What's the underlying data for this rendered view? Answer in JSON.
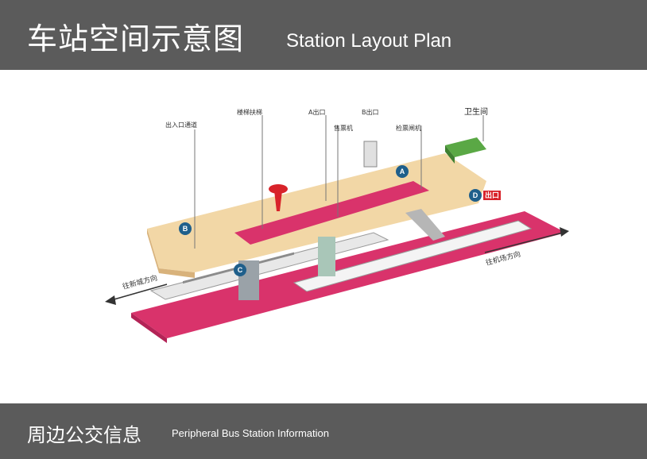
{
  "header": {
    "title_cn": "车站空间示意图",
    "title_en": "Station Layout Plan"
  },
  "footer": {
    "title_cn": "周边公交信息",
    "title_en": "Peripheral Bus Station Information"
  },
  "diagram": {
    "callouts": {
      "label_1": "出入口通道",
      "label_2": "楼梯扶梯",
      "label_3": "A出口",
      "label_4": "B出口",
      "label_5": "售票机",
      "label_6": "检票闸机",
      "label_7": "卫生间"
    },
    "exits": [
      "A",
      "B",
      "C",
      "D"
    ],
    "exit_tag": "出口",
    "direction_left": "往新城方向",
    "direction_right": "往机场方向"
  },
  "colors": {
    "header_bg": "#5b5b5b",
    "platform_pink": "#d9336b",
    "concourse_beige": "#f2d7a6",
    "exit_badge": "#1f5f8b",
    "you_are_here": "#d8232a"
  }
}
